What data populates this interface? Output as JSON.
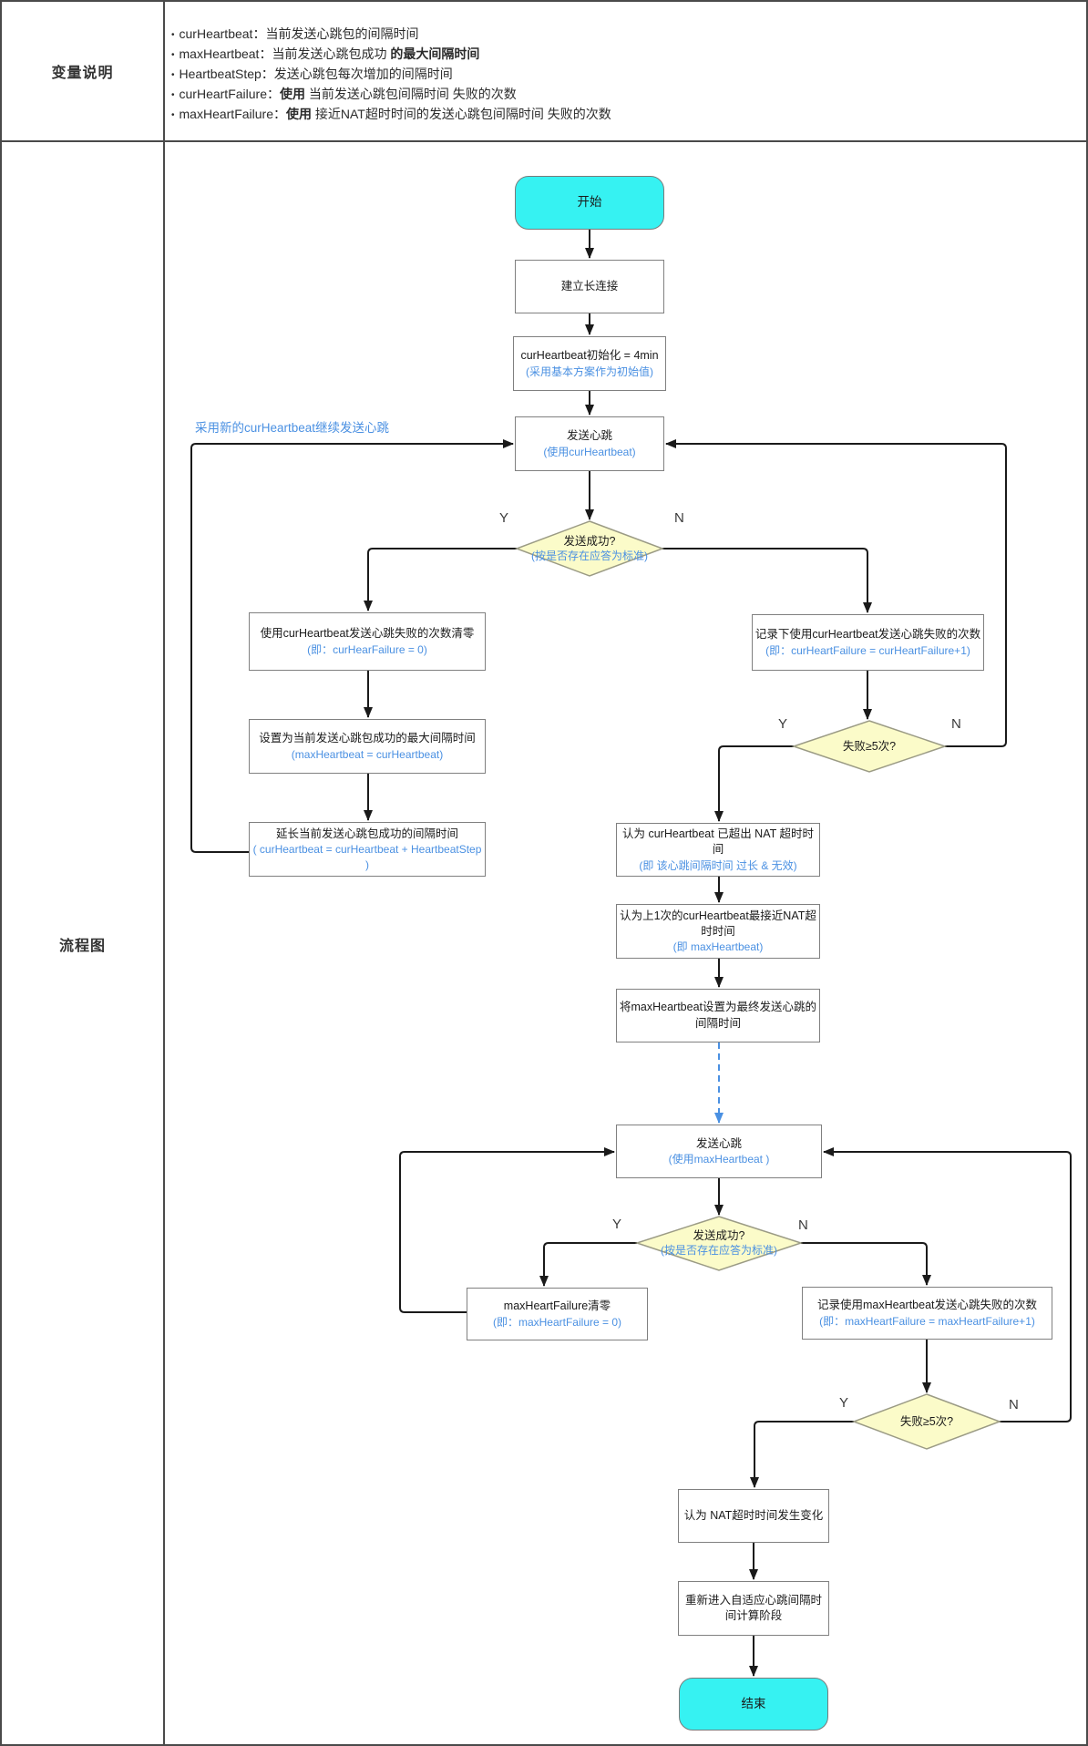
{
  "page": {
    "row1_label": "变量说明",
    "row2_label": "流程图"
  },
  "variables": {
    "bullet": "•",
    "items": [
      {
        "pre": "curHeartbeat：当前发送心跳包的间隔时间",
        "bold": "",
        "post": ""
      },
      {
        "pre": "maxHeartbeat：当前发送心跳包成功 ",
        "bold": "的最大间隔时间",
        "post": ""
      },
      {
        "pre": "HeartbeatStep：发送心跳包每次增加的间隔时间",
        "bold": "",
        "post": ""
      },
      {
        "pre": "curHeartFailure：",
        "bold": "使用",
        "post": " 当前发送心跳包间隔时间 失败的次数"
      },
      {
        "pre": "maxHeartFailure：",
        "bold": "使用",
        "post": " 接近NAT超时时间的发送心跳包间隔时间 失败的次数"
      }
    ]
  },
  "labels": {
    "yes": "Y",
    "no": "N",
    "loop_note": "采用新的curHeartbeat继续发送心跳"
  },
  "nodes": {
    "start": {
      "title": "开始"
    },
    "connect": {
      "title": "建立长连接"
    },
    "init": {
      "title": "curHeartbeat初始化 = 4min",
      "note": "(采用基本方案作为初始值)"
    },
    "send_cur": {
      "title": "发送心跳",
      "note": "(使用curHeartbeat)"
    },
    "d_success_cur": {
      "title": "发送成功?",
      "note": "(按是否存在应答为标准)"
    },
    "reset_cur_fail": {
      "title": "使用curHeartbeat发送心跳失败的次数清零",
      "note": "(即：curHearFailure = 0)"
    },
    "set_max": {
      "title": "设置为当前发送心跳包成功的最大间隔时间",
      "note": "(maxHeartbeat = curHeartbeat)"
    },
    "extend": {
      "title": "延长当前发送心跳包成功的间隔时间",
      "note": "( curHeartbeat = curHeartbeat + HeartbeatStep )"
    },
    "record_cur_fail": {
      "title": "记录下使用curHeartbeat发送心跳失败的次数",
      "note": "(即：curHeartFailure = curHeartFailure+1)"
    },
    "d_fail5_cur": {
      "title": "失败≥5次?"
    },
    "exceed": {
      "title": "认为 curHeartbeat 已超出 NAT 超时时间",
      "note": "(即 该心跳间隔时间 过长 & 无效)"
    },
    "closest": {
      "title": "认为上1次的curHeartbeat最接近NAT超时时间",
      "note": "(即 maxHeartbeat)"
    },
    "set_final": {
      "title": "将maxHeartbeat设置为最终发送心跳的间隔时间"
    },
    "send_max": {
      "title": "发送心跳",
      "note": "(使用maxHeartbeat )"
    },
    "d_success_max": {
      "title": "发送成功?",
      "note": "(按是否存在应答为标准)"
    },
    "reset_max_fail": {
      "title": "maxHeartFailure清零",
      "note": "(即：maxHeartFailure = 0)"
    },
    "record_max_fail": {
      "title": "记录使用maxHeartbeat发送心跳失败的次数",
      "note": "(即：maxHeartFailure = maxHeartFailure+1)"
    },
    "d_fail5_max": {
      "title": "失败≥5次?"
    },
    "nat_changed": {
      "title": "认为 NAT超时时间发生变化"
    },
    "recalc": {
      "title": "重新进入自适应心跳间隔时间计算阶段"
    },
    "end": {
      "title": "结束"
    }
  },
  "colors": {
    "accent_blue": "#4a90e2",
    "terminal_fill": "#36f2f2",
    "decision_fill": "#fbfbc9",
    "line": "#1a1a1a"
  }
}
